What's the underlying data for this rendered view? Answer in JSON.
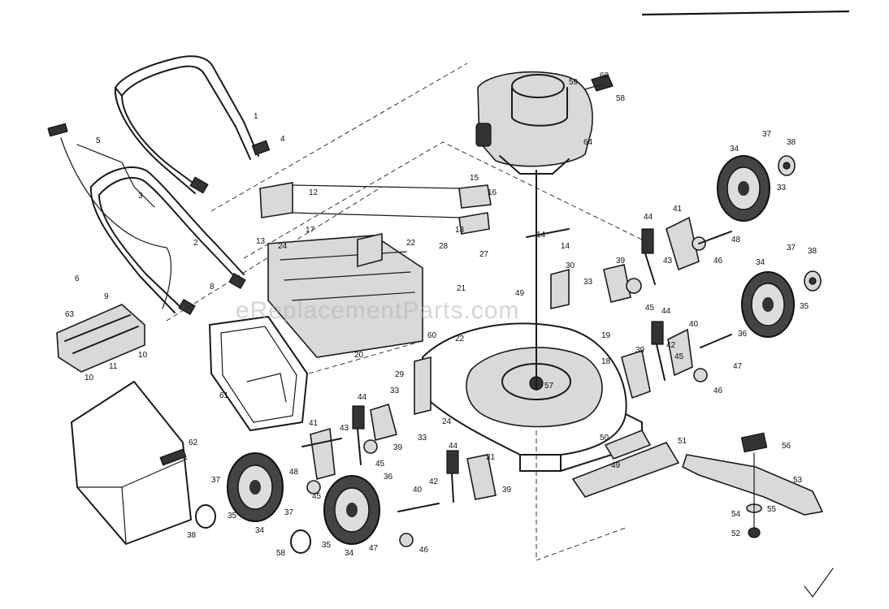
{
  "watermark": "eReplacementParts.com",
  "callouts": [
    {
      "id": "c1",
      "text": "1"
    },
    {
      "id": "c4",
      "text": "4"
    },
    {
      "id": "c5",
      "text": "5"
    },
    {
      "id": "c3",
      "text": "3"
    },
    {
      "id": "c2",
      "text": "2"
    },
    {
      "id": "c6",
      "text": "6"
    },
    {
      "id": "c8",
      "text": "8"
    },
    {
      "id": "c9",
      "text": "9"
    },
    {
      "id": "c10",
      "text": "10"
    },
    {
      "id": "c11",
      "text": "11"
    },
    {
      "id": "c12",
      "text": "12"
    },
    {
      "id": "c13",
      "text": "13"
    },
    {
      "id": "c14",
      "text": "14"
    },
    {
      "id": "c15",
      "text": "15"
    },
    {
      "id": "c16",
      "text": "16"
    },
    {
      "id": "c17",
      "text": "17"
    },
    {
      "id": "c18",
      "text": "18"
    },
    {
      "id": "c19",
      "text": "19"
    },
    {
      "id": "c20",
      "text": "20"
    },
    {
      "id": "c21",
      "text": "21"
    },
    {
      "id": "c22",
      "text": "22"
    },
    {
      "id": "c24",
      "text": "24"
    },
    {
      "id": "c27",
      "text": "27"
    },
    {
      "id": "c28",
      "text": "28"
    },
    {
      "id": "c29",
      "text": "29"
    },
    {
      "id": "c30",
      "text": "30"
    },
    {
      "id": "c31",
      "text": "31"
    },
    {
      "id": "c33",
      "text": "33"
    },
    {
      "id": "c34",
      "text": "34"
    },
    {
      "id": "c35",
      "text": "35"
    },
    {
      "id": "c36",
      "text": "36"
    },
    {
      "id": "c37",
      "text": "37"
    },
    {
      "id": "c38",
      "text": "38"
    },
    {
      "id": "c39",
      "text": "39"
    },
    {
      "id": "c40",
      "text": "40"
    },
    {
      "id": "c41",
      "text": "41"
    },
    {
      "id": "c42",
      "text": "42"
    },
    {
      "id": "c43",
      "text": "43"
    },
    {
      "id": "c44",
      "text": "44"
    },
    {
      "id": "c45",
      "text": "45"
    },
    {
      "id": "c46",
      "text": "46"
    },
    {
      "id": "c47",
      "text": "47"
    },
    {
      "id": "c48",
      "text": "48"
    },
    {
      "id": "c49",
      "text": "49"
    },
    {
      "id": "c50",
      "text": "50"
    },
    {
      "id": "c51",
      "text": "51"
    },
    {
      "id": "c52",
      "text": "52"
    },
    {
      "id": "c53",
      "text": "53"
    },
    {
      "id": "c54",
      "text": "54"
    },
    {
      "id": "c55",
      "text": "55"
    },
    {
      "id": "c56",
      "text": "56"
    },
    {
      "id": "c57",
      "text": "57"
    },
    {
      "id": "c58",
      "text": "58"
    },
    {
      "id": "c59",
      "text": "59"
    },
    {
      "id": "c60",
      "text": "60"
    },
    {
      "id": "c61",
      "text": "61"
    },
    {
      "id": "c62",
      "text": "62"
    },
    {
      "id": "c63",
      "text": "63"
    },
    {
      "id": "c64",
      "text": "64"
    }
  ]
}
